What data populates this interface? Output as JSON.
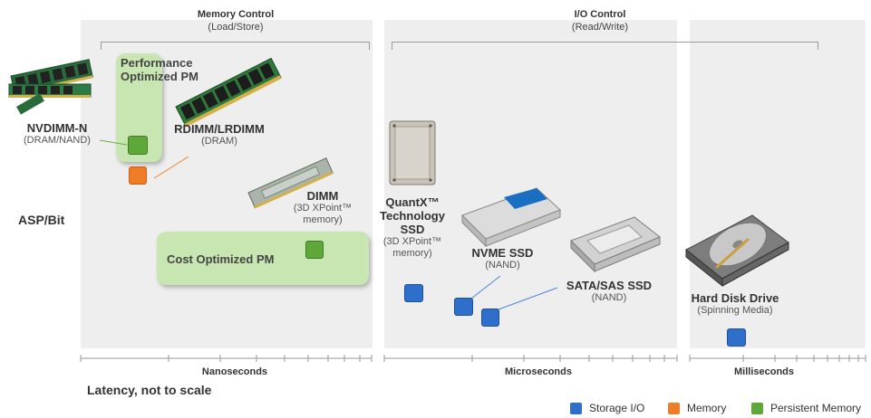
{
  "headers": {
    "memory": {
      "title": "Memory Control",
      "sub": "(Load/Store)"
    },
    "io": {
      "title": "I/O Control",
      "sub": "(Read/Write)"
    }
  },
  "yaxis_label": "ASP/Bit",
  "zones": {
    "performance": "Performance Optimized PM",
    "cost": "Cost Optimized PM"
  },
  "devices": {
    "nvdimm": {
      "title": "NVDIMM-N",
      "sub": "(DRAM/NAND)"
    },
    "rdimm": {
      "title": "RDIMM/LRDIMM",
      "sub": "(DRAM)"
    },
    "dimm": {
      "title": "DIMM",
      "sub": "(3D XPoint™ memory)"
    },
    "quantx": {
      "title": "QuantX™ Technology SSD",
      "sub": "(3D XPoint™ memory)"
    },
    "nvme": {
      "title": "NVME SSD",
      "sub": "(NAND)"
    },
    "sata": {
      "title": "SATA/SAS SSD",
      "sub": "(NAND)"
    },
    "hdd": {
      "title": "Hard Disk Drive",
      "sub": "(Spinning Media)"
    }
  },
  "axis": {
    "nano": "Nanoseconds",
    "micro": "Microseconds",
    "milli": "Milliseconds"
  },
  "caption": "Latency, not to scale",
  "legend": [
    {
      "label": "Storage I/O",
      "color": "#2f6fcc"
    },
    {
      "label": "Memory",
      "color": "#f07c28"
    },
    {
      "label": "Persistent Memory",
      "color": "#5ea83a"
    }
  ]
}
